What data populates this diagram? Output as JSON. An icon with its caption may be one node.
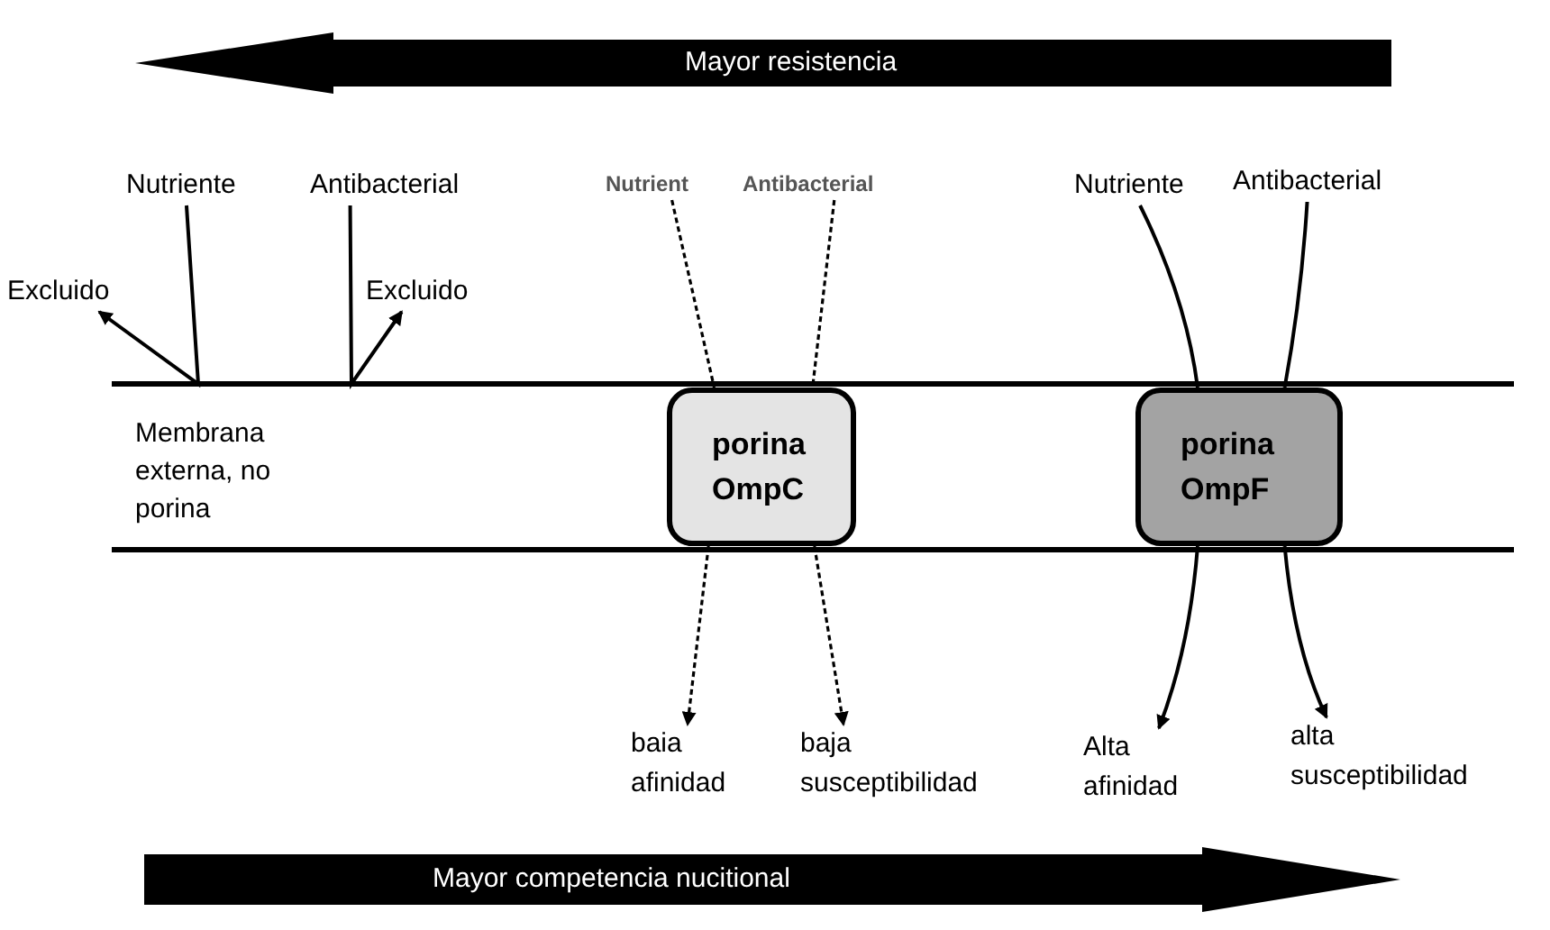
{
  "diagram": {
    "nodes": [
      {
        "text": [
          "Mayor resistencia"
        ]
      },
      {
        "text": [
          "Nutriente"
        ]
      },
      {
        "text": [
          "Antibacterial"
        ]
      },
      {
        "text": [
          "Excluido"
        ]
      },
      {
        "text": [
          "Excluido"
        ]
      },
      {
        "text": [
          "Nutrient"
        ]
      },
      {
        "text": [
          "Antibacterial"
        ]
      },
      {
        "text": [
          "Nutriente"
        ]
      },
      {
        "text": [
          "Antibacterial"
        ]
      },
      {
        "text": [
          "porina OmpC"
        ]
      },
      {
        "text": [
          "porina OmpF"
        ]
      },
      {
        "text": [
          "baia afinidad"
        ]
      },
      {
        "text": [
          "baja susceptibilidad"
        ]
      },
      {
        "text": [
          "Alta afinidad"
        ]
      },
      {
        "text": [
          "alta susceptibilidad"
        ]
      },
      {
        "text": [
          "Mayor competencia nucitional"
        ]
      }
    ],
    "edges": [
      {
        "from": 1,
        "to": 3,
        "arrow": "to"
      },
      {
        "from": 2,
        "to": 4,
        "arrow": "to"
      },
      {
        "from": 5,
        "to": 9,
        "arrow": "none",
        "style": "dashed"
      },
      {
        "from": 9,
        "to": 11,
        "arrow": "to",
        "style": "dashed"
      },
      {
        "from": 6,
        "to": 9,
        "arrow": "none",
        "style": "dashed"
      },
      {
        "from": 9,
        "to": 12,
        "arrow": "to",
        "style": "dashed"
      },
      {
        "from": 7,
        "to": 10,
        "arrow": "none"
      },
      {
        "from": 10,
        "to": 13,
        "arrow": "to"
      },
      {
        "from": 8,
        "to": 10,
        "arrow": "none"
      },
      {
        "from": 10,
        "to": 14,
        "arrow": "to"
      }
    ],
    "labels": [
      "Membrana externa, no porina"
    ]
  }
}
